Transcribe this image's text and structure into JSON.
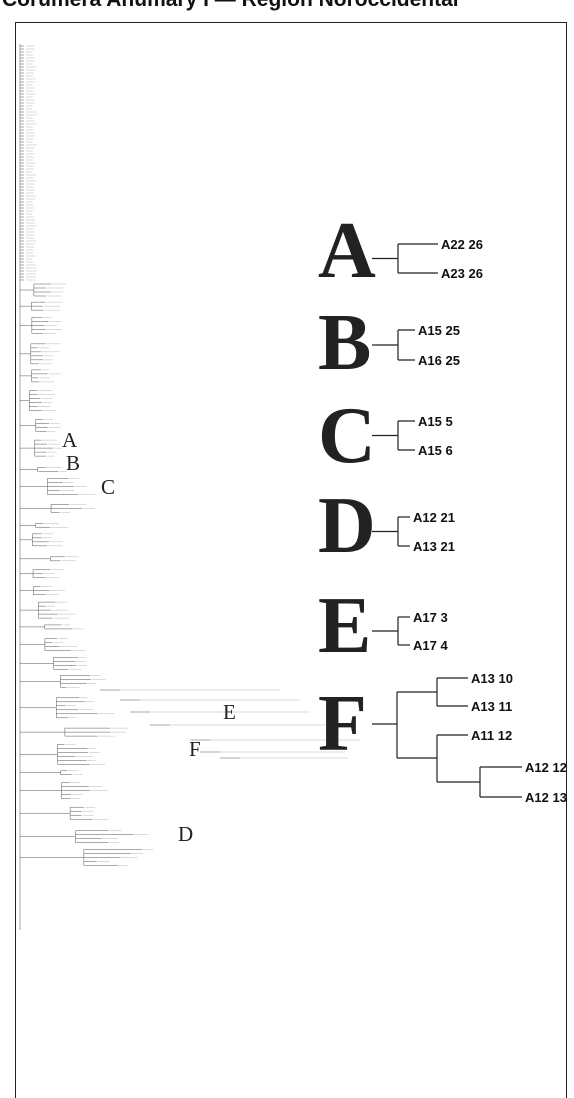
{
  "title": "Corumera Anumary I — Region Noroccidental",
  "subtrees": [
    {
      "letter": "A",
      "leaves": [
        "A22 26",
        "A23 26"
      ]
    },
    {
      "letter": "B",
      "leaves": [
        "A15 25",
        "A16 25"
      ]
    },
    {
      "letter": "C",
      "leaves": [
        "A15 5",
        "A15 6"
      ]
    },
    {
      "letter": "D",
      "leaves": [
        "A12 21",
        "A13 21"
      ]
    },
    {
      "letter": "E",
      "leaves": [
        "A17 3",
        "A17 4"
      ]
    },
    {
      "letter": "F",
      "leaves": [
        "A13 10",
        "A13 11",
        "A11 12",
        "A12 12",
        "A12 13"
      ]
    }
  ],
  "tree_markers": [
    "A",
    "B",
    "C",
    "D",
    "E",
    "F"
  ]
}
